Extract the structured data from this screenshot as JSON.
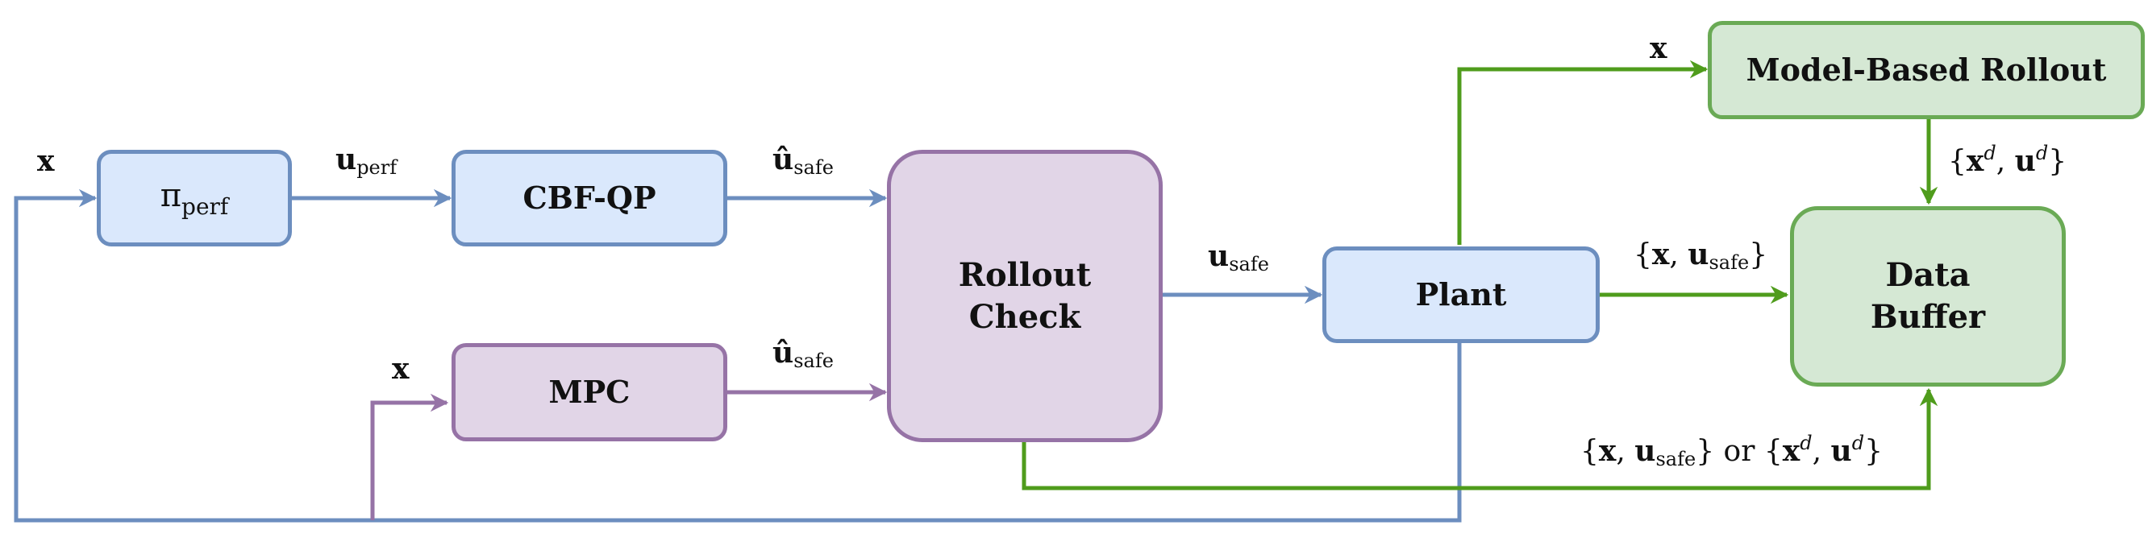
{
  "nodes": {
    "pi_perf": {
      "symbol": "π",
      "sub": "perf"
    },
    "cbf_qp": "CBF-QP",
    "mpc": "MPC",
    "rollout_check": {
      "line1": "Rollout",
      "line2": "Check"
    },
    "plant": "Plant",
    "model_based_rollout": "Model-Based Rollout",
    "data_buffer": {
      "line1": "Data",
      "line2": "Buffer"
    }
  },
  "edge_labels": {
    "x_to_pi": "x",
    "u_perf": {
      "main": "u",
      "sub": "perf"
    },
    "u_hat_safe_cbf": {
      "main": "û",
      "sub": "safe"
    },
    "x_to_mpc": "x",
    "u_hat_safe_mpc": {
      "main": "û",
      "sub": "safe"
    },
    "u_safe": {
      "main": "u",
      "sub": "safe"
    },
    "x_to_rollout": "x",
    "rollout_to_buffer": {
      "open": "{",
      "x": "x",
      "comma": ",",
      "u": "u",
      "sup": "d",
      "close": "}"
    },
    "plant_to_buffer": {
      "open": "{",
      "x": "x",
      "comma": ",",
      "u": "u",
      "sub": "safe",
      "close": "}"
    },
    "check_to_buffer": {
      "open": "{",
      "x": "x",
      "comma": ",",
      "u": "u",
      "sub": "safe",
      "close": "}",
      "or": "or",
      "sup": "d"
    }
  },
  "colors": {
    "blue_fill": "#dae8fc",
    "blue_stroke": "#6c8ebf",
    "purple_fill": "#e1d5e7",
    "purple_stroke": "#9673a6",
    "green_fill": "#d5e8d4",
    "green_stroke": "#6aaa55",
    "green_arrow": "#4f9c1c"
  }
}
